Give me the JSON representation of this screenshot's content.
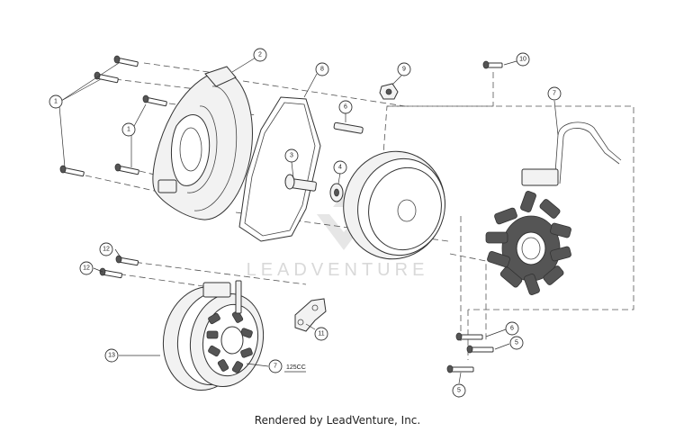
{
  "watermark": "LEADVENTURE",
  "footer": "Rendered by LeadVenture, Inc.",
  "callouts": {
    "c1a": "1",
    "c1b": "1",
    "c2": "2",
    "c3": "3",
    "c4": "4",
    "c5a": "5",
    "c5b": "5",
    "c6": "6",
    "c7a": "7",
    "c7b": "7",
    "c8": "8",
    "c9": "9",
    "c10": "10",
    "c11": "11",
    "c12a": "12",
    "c12b": "12",
    "c13": "13"
  },
  "notes": {
    "cc": "125CC"
  }
}
